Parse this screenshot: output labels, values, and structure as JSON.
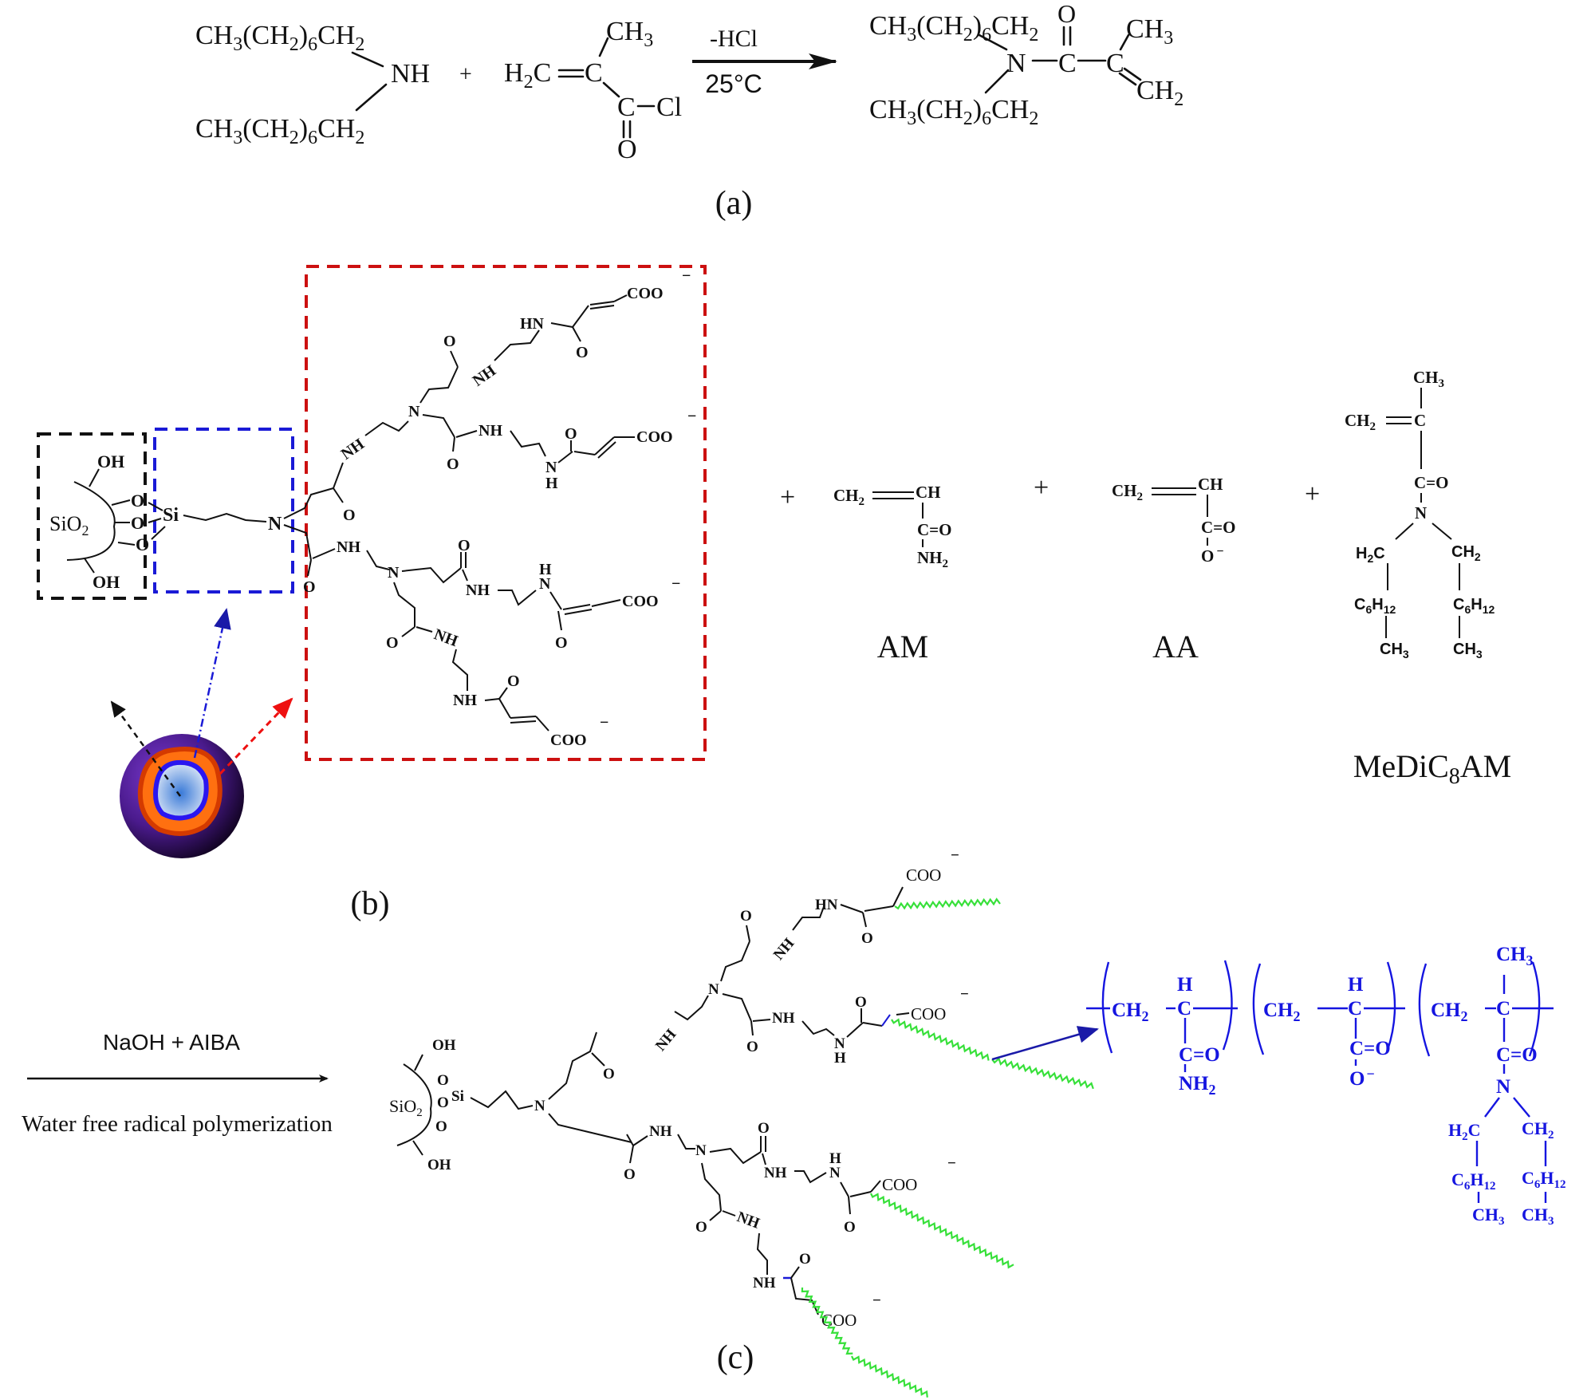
{
  "panel_a": {
    "label": "(a)",
    "reactant1": {
      "chain_top": [
        "CH",
        "3",
        "(CH",
        "2",
        ")",
        "6",
        "CH",
        "2"
      ],
      "chain_bottom": [
        "CH",
        "3",
        "(CH",
        "2",
        ")",
        "6",
        "CH",
        "2"
      ],
      "center": "NH"
    },
    "plus": "+",
    "reactant2": {
      "h2c": [
        "H",
        "2",
        "C"
      ],
      "c_alpha": "C",
      "methyl": [
        "CH",
        "3"
      ],
      "carbonyl_c": "C",
      "chloride": "Cl",
      "oxygen": "O"
    },
    "arrow": {
      "above": "-HCl",
      "below": "25°C"
    },
    "product": {
      "chain_top": [
        "CH",
        "3",
        "(CH",
        "2",
        ")",
        "6",
        "CH",
        "2"
      ],
      "chain_bottom": [
        "CH",
        "3",
        "(CH",
        "2",
        ")",
        "6",
        "CH",
        "2"
      ],
      "nitrogen": "N",
      "carbonyl_c": "C",
      "oxygen": "O",
      "c_alpha": "C",
      "methyl": [
        "CH",
        "3"
      ],
      "methylene": [
        "CH",
        "2"
      ]
    }
  },
  "panel_b": {
    "label": "(b)",
    "core": {
      "sio2": [
        "SiO",
        "2"
      ],
      "oh": "OH",
      "o": "O",
      "si": "Si",
      "n": "N"
    },
    "dendron_labels": {
      "nh": "NH",
      "hn": "HN",
      "n": "N",
      "h": "H",
      "o": "O",
      "coo": "COO",
      "minus": "−"
    },
    "plus": "+",
    "monomers": [
      {
        "name": "AM",
        "ch2": [
          "CH",
          "2"
        ],
        "ch": "CH",
        "co": "C=O",
        "sub": [
          "NH",
          "2"
        ]
      },
      {
        "name": "AA",
        "ch2": [
          "CH",
          "2"
        ],
        "ch": "CH",
        "co": "C=O",
        "sub": [
          "O",
          "−"
        ]
      },
      {
        "name": [
          "MeDiC",
          "8",
          "AM"
        ],
        "ch3": [
          "CH",
          "3"
        ],
        "ch2": [
          "CH",
          "2"
        ],
        "c": "C",
        "co": "C=O",
        "n": "N",
        "left_ch2": [
          "H",
          "2",
          "C"
        ],
        "right_ch2": [
          "CH",
          "2"
        ],
        "c6h12": [
          "C",
          "6",
          "H",
          "12"
        ],
        "ch3_end": [
          "CH",
          "3"
        ]
      }
    ],
    "box_colors": {
      "core": "#111111",
      "linker": "#1a1ad6",
      "dendron": "#cc1010"
    }
  },
  "panel_c": {
    "label": "(c)",
    "arrow": {
      "above": "NaOH  +  AIBA",
      "below": "Water free radical polymerization"
    },
    "polymer": {
      "ch2": [
        "CH",
        "2"
      ],
      "h": "H",
      "c": "C",
      "co": "C=O",
      "nh2": [
        "NH",
        "2"
      ],
      "o_minus": [
        "O",
        "−"
      ],
      "ch3": [
        "CH",
        "3"
      ],
      "n": "N",
      "left_ch2": [
        "H",
        "2",
        "C"
      ],
      "right_ch2": [
        "CH",
        "2"
      ],
      "c6h12": [
        "C",
        "6",
        "H",
        "12"
      ],
      "color": "#1515e0"
    },
    "grafted_chain_color": "#37e03a"
  }
}
